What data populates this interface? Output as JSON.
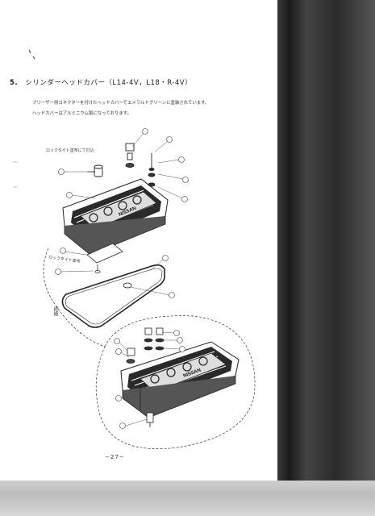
{
  "section": {
    "number": "5.",
    "title": "シリンダーヘッドカバー（L14-4V，L18・R-4V）"
  },
  "paragraph": {
    "line1": "ブリーザー用コネクターを付けたヘッドカバーでエメラルドグリーンに塗装されています。",
    "line2": "ヘッドカバーはアルミニウム製になっております。"
  },
  "callouts": {
    "loctite_top": "ロックタイト塗布にて打込",
    "loctite_left": "ロックタイト塗布",
    "detail": "詳細"
  },
  "cover_lettering": "NISSAN",
  "page_number": "−27−"
}
